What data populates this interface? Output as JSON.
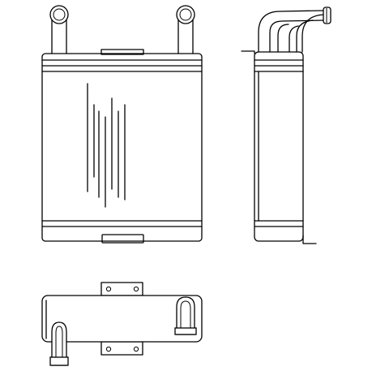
{
  "drawing": {
    "subject": "heater-core-technical-drawing",
    "line_color": "#000000",
    "background_color": "#ffffff",
    "views": [
      "front-view",
      "side-view",
      "top-view"
    ]
  }
}
